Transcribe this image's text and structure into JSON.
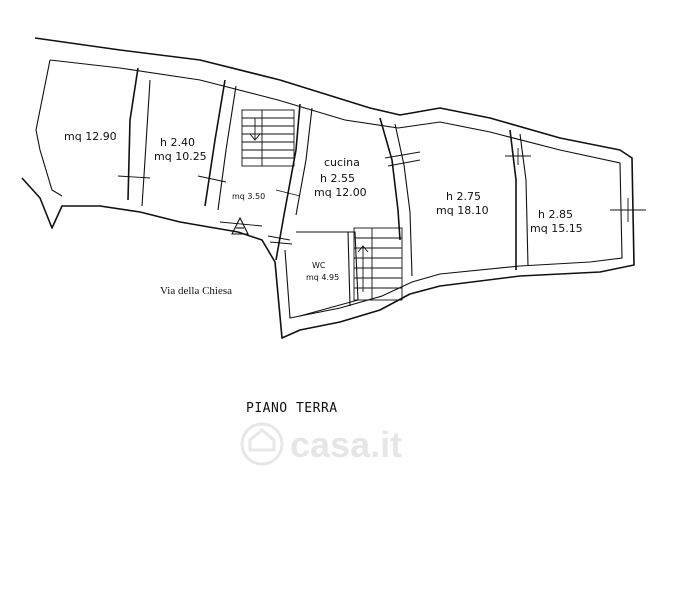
{
  "rooms": [
    {
      "id": "room-1",
      "lines": [
        "mq 12.90"
      ]
    },
    {
      "id": "room-2",
      "lines": [
        "h 2.40",
        "mq 10.25"
      ]
    },
    {
      "id": "stair-hall",
      "lines": [
        "mq 3.50"
      ]
    },
    {
      "id": "kitchen",
      "lines": [
        "cucina",
        "h 2.55",
        "mq 12.00"
      ]
    },
    {
      "id": "wc",
      "lines": [
        "WC",
        "mq 4.95"
      ]
    },
    {
      "id": "room-3",
      "lines": [
        "h 2.75",
        "mq 18.10"
      ]
    },
    {
      "id": "room-4",
      "lines": [
        "h 2.85",
        "mq 15.15"
      ]
    }
  ],
  "street_label": "Via della Chiesa",
  "floor_label": "PIANO TERRA",
  "watermark": "casa.it",
  "watermark_icon": "house-icon",
  "line_color": "#111111"
}
